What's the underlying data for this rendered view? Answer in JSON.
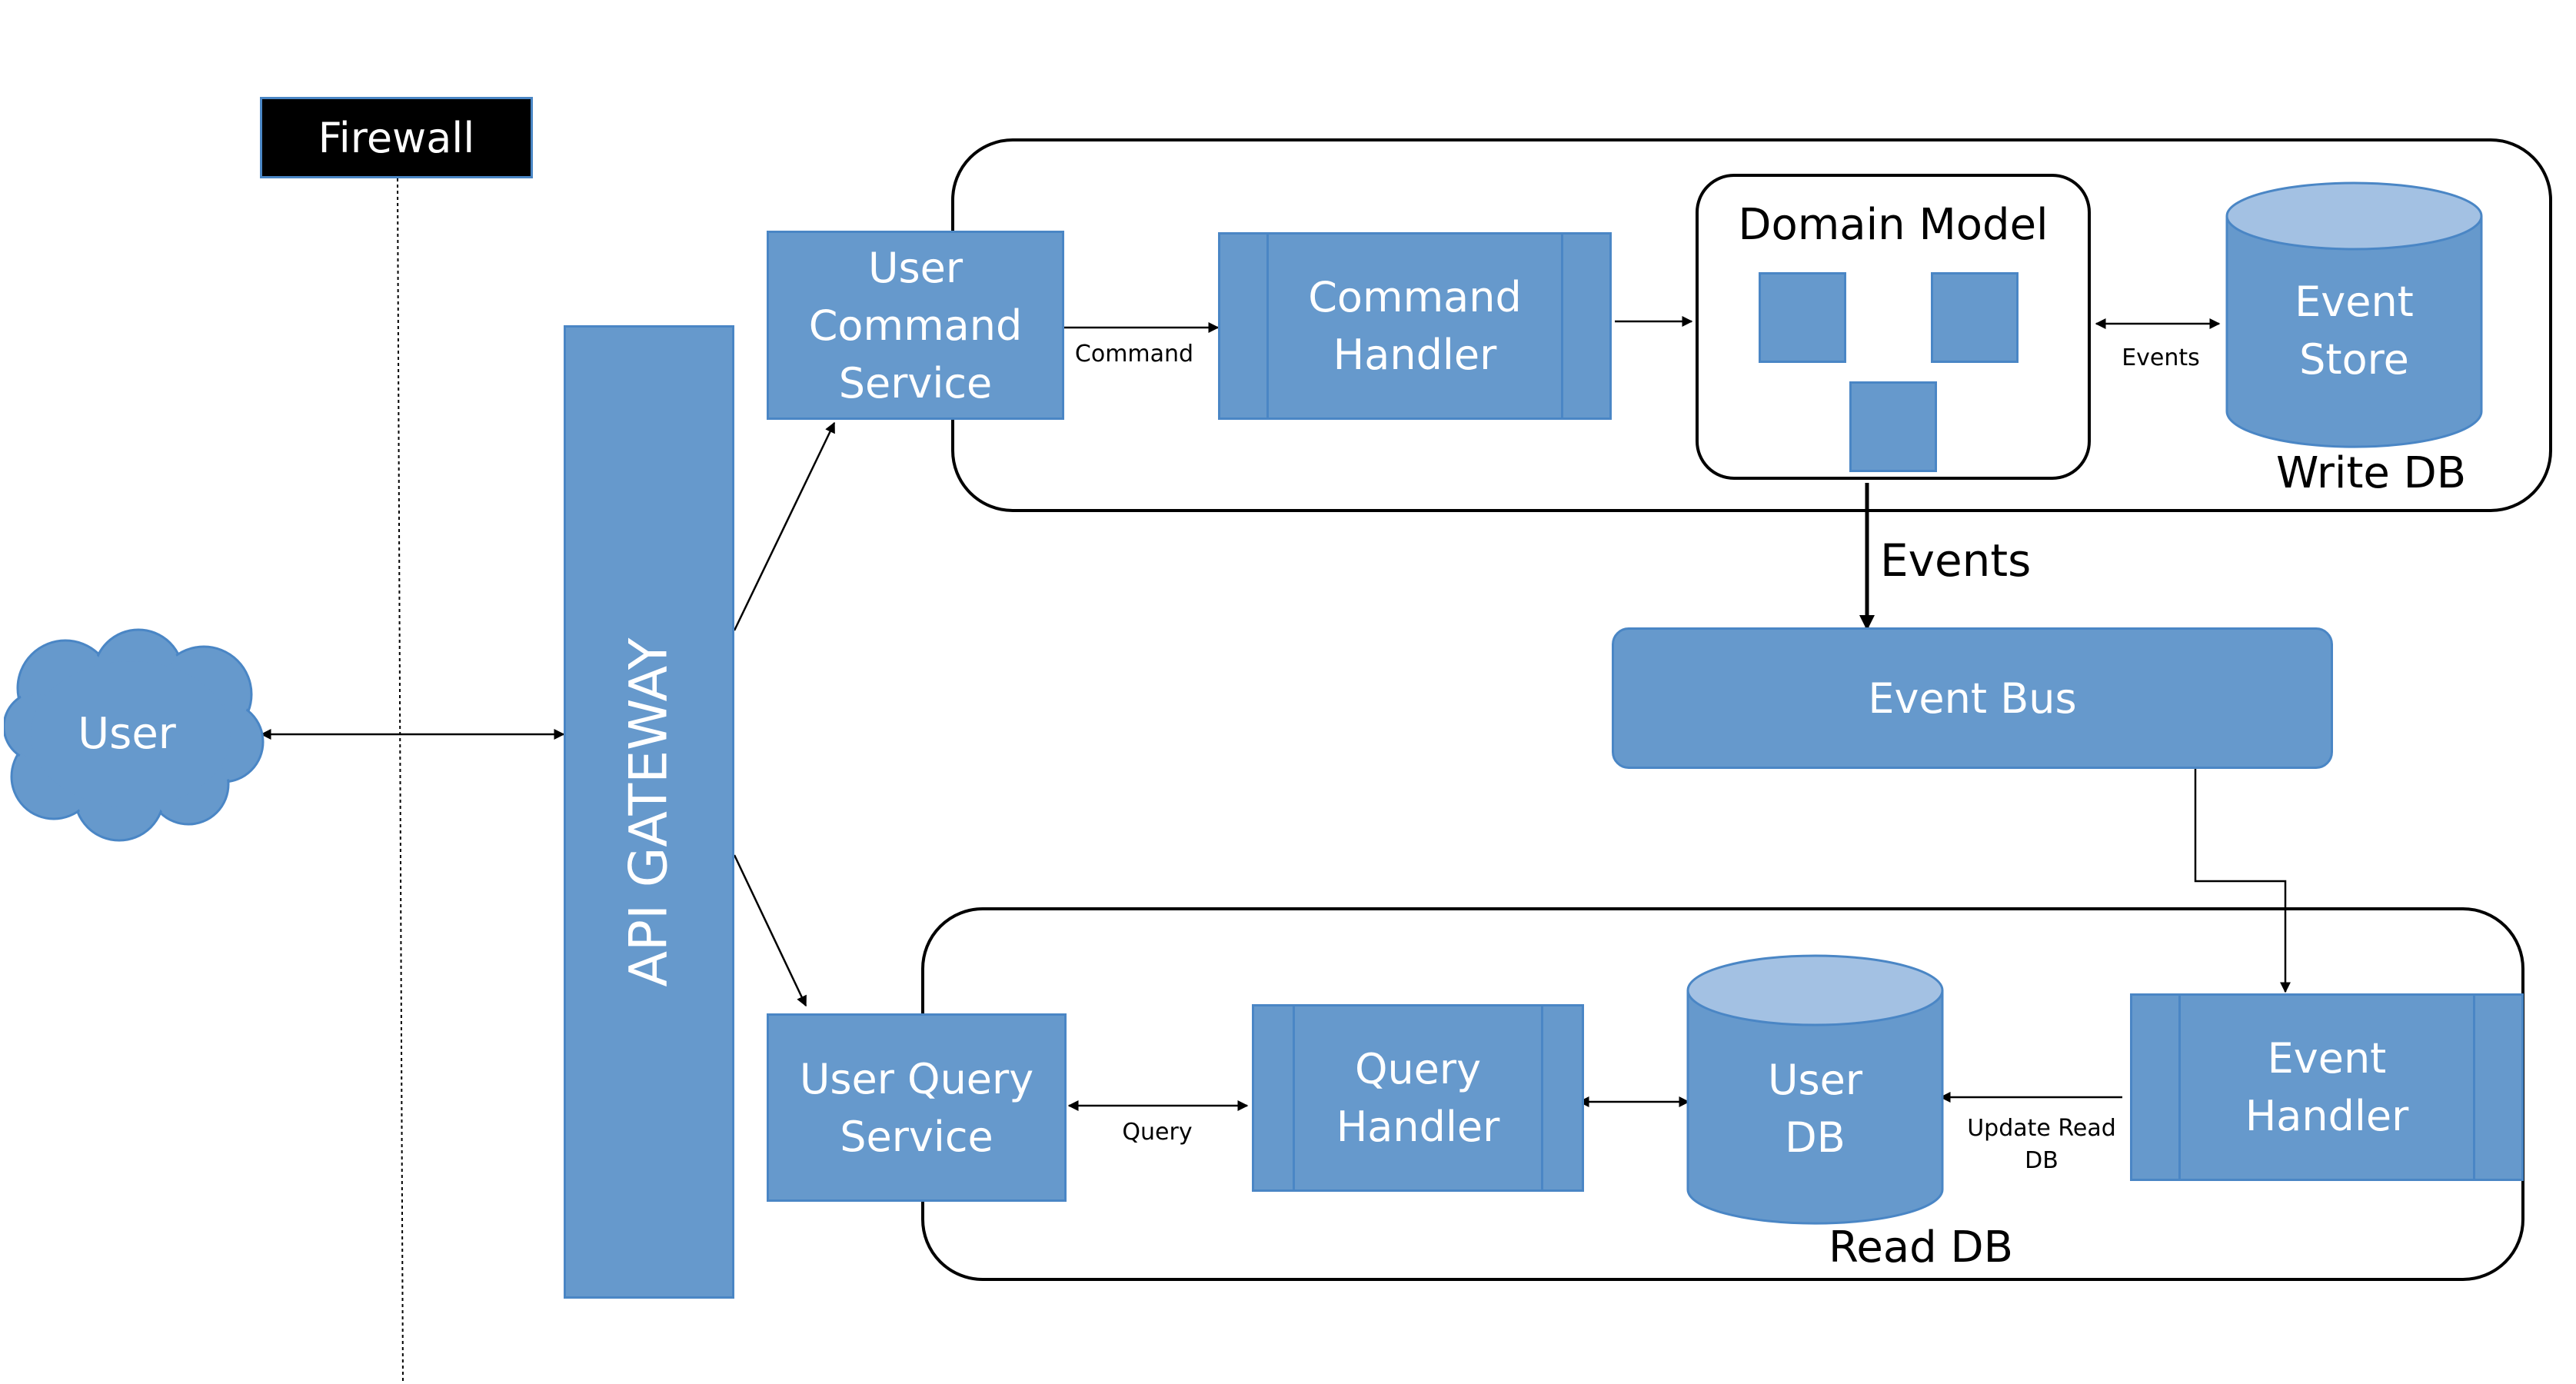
{
  "firewall": {
    "label": "Firewall"
  },
  "user": {
    "label": "User"
  },
  "gateway": {
    "label": "API GATEWAY"
  },
  "write_side": {
    "user_command_service": "User\nCommand\nService",
    "command_label": "Command",
    "command_handler": "Command\nHandler",
    "domain_model_title": "Domain Model",
    "events_small_label": "Events",
    "event_store": "Event\nStore",
    "write_db_label": "Write DB"
  },
  "events_label": "Events",
  "event_bus": {
    "label": "Event Bus"
  },
  "read_side": {
    "user_query_service": "User Query\nService",
    "query_label": "Query",
    "query_handler": "Query\nHandler",
    "user_db": "User\nDB",
    "update_label": "Update Read\nDB",
    "event_handler": "Event\nHandler",
    "read_db_label": "Read DB"
  },
  "colors": {
    "box_fill": "#6699CC",
    "box_border": "#4A86C5",
    "cylinder_top": "#A3C1E3",
    "firewall_bg": "#000000"
  }
}
